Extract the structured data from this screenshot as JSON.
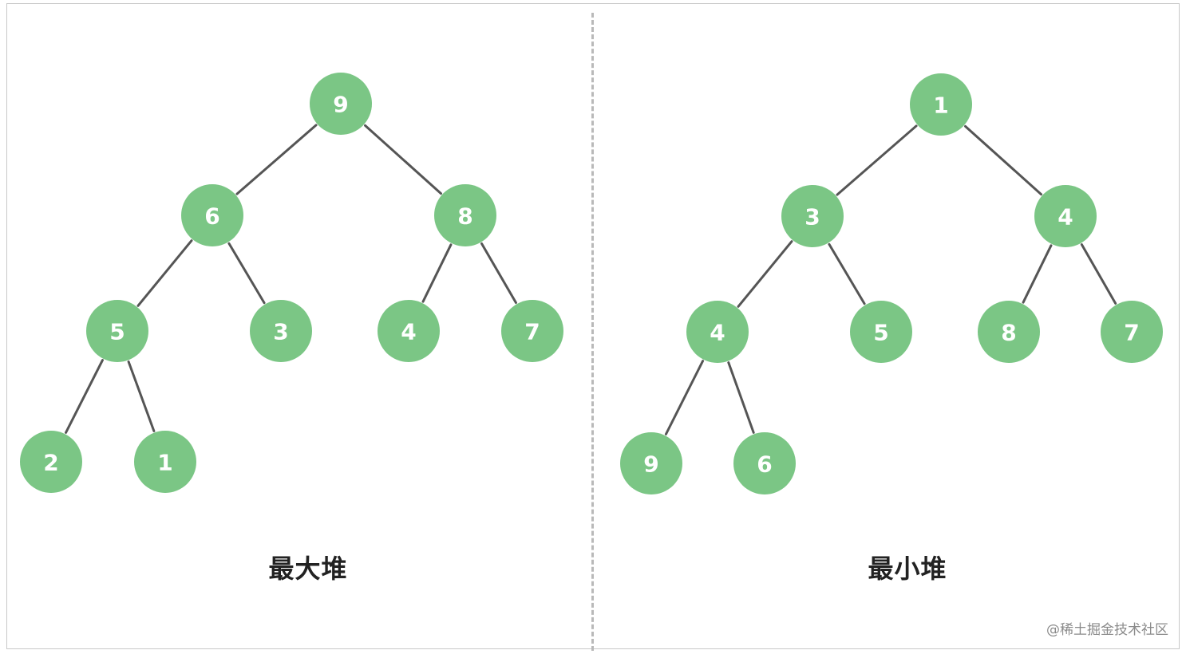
{
  "colors": {
    "node_fill": "#7bc685",
    "edge": "#555555",
    "label": "#ffffff"
  },
  "max_heap": {
    "title": "最大堆",
    "nodes": [
      {
        "id": "m9",
        "label": "9"
      },
      {
        "id": "m6",
        "label": "6"
      },
      {
        "id": "m8",
        "label": "8"
      },
      {
        "id": "m5",
        "label": "5"
      },
      {
        "id": "m3",
        "label": "3"
      },
      {
        "id": "m4",
        "label": "4"
      },
      {
        "id": "m7",
        "label": "7"
      },
      {
        "id": "m2",
        "label": "2"
      },
      {
        "id": "m1",
        "label": "1"
      }
    ],
    "edges": [
      [
        "m9",
        "m6"
      ],
      [
        "m9",
        "m8"
      ],
      [
        "m6",
        "m5"
      ],
      [
        "m6",
        "m3"
      ],
      [
        "m8",
        "m4"
      ],
      [
        "m8",
        "m7"
      ],
      [
        "m5",
        "m2"
      ],
      [
        "m5",
        "m1"
      ]
    ]
  },
  "min_heap": {
    "title": "最小堆",
    "nodes": [
      {
        "id": "n1",
        "label": "1"
      },
      {
        "id": "n3",
        "label": "3"
      },
      {
        "id": "n4",
        "label": "4"
      },
      {
        "id": "n4b",
        "label": "4"
      },
      {
        "id": "n5",
        "label": "5"
      },
      {
        "id": "n8",
        "label": "8"
      },
      {
        "id": "n7",
        "label": "7"
      },
      {
        "id": "n9",
        "label": "9"
      },
      {
        "id": "n6",
        "label": "6"
      }
    ],
    "edges": [
      [
        "n1",
        "n3"
      ],
      [
        "n1",
        "n4"
      ],
      [
        "n3",
        "n4b"
      ],
      [
        "n3",
        "n5"
      ],
      [
        "n4",
        "n8"
      ],
      [
        "n4",
        "n7"
      ],
      [
        "n4b",
        "n9"
      ],
      [
        "n4b",
        "n6"
      ]
    ]
  },
  "watermark": "@稀土掘金技术社区"
}
